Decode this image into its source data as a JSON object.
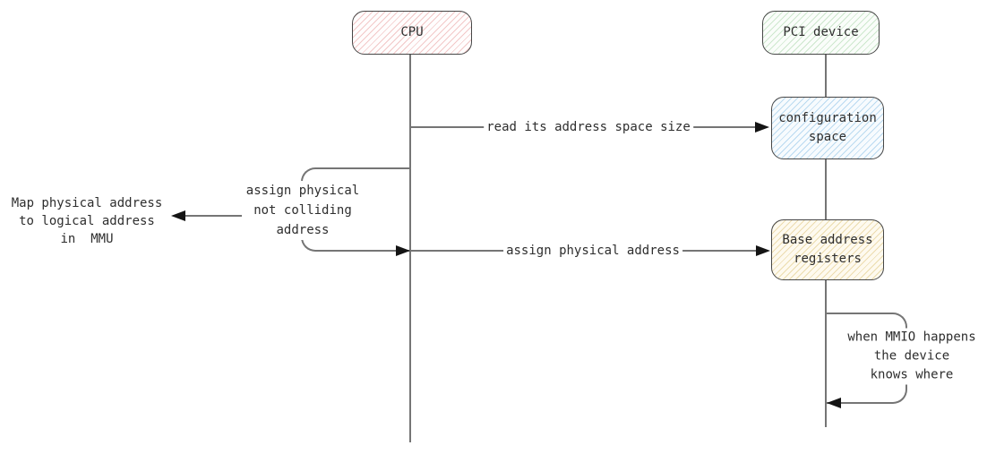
{
  "diagram_type": "sequence-diagram",
  "actors": {
    "cpu": {
      "label": "CPU"
    },
    "pci": {
      "label": "PCI device"
    }
  },
  "nodes": {
    "config_space": {
      "label": "configuration\nspace"
    },
    "base_address_registers": {
      "label": "Base address\nregisters"
    }
  },
  "messages": {
    "read_size": {
      "label": "read its address space size",
      "from": "CPU",
      "to": "configuration space",
      "direction": "right"
    },
    "assign_loop": {
      "label": "assign physical\nnot colliding\naddress",
      "actor": "CPU",
      "kind": "self-loop"
    },
    "map_note": {
      "label": "Map physical address\nto logical address\nin  MMU",
      "direction": "left",
      "kind": "outgoing-note"
    },
    "assign_physical": {
      "label": "assign physical address",
      "from": "CPU",
      "to": "Base address registers",
      "direction": "right"
    },
    "mmio_loop": {
      "label": "when MMIO happens\nthe device\nknows where",
      "actor": "PCI device",
      "kind": "self-loop"
    }
  },
  "colors": {
    "cpu_fill": "#fffdfd",
    "cpu_hatch": "#f2c8c8",
    "pci_fill": "#fafdfa",
    "pci_hatch": "#cde7cd",
    "config_fill": "#f7fbfe",
    "config_hatch": "#badaf0",
    "bar_fill": "#fefaef",
    "bar_hatch": "#ecdcae",
    "line": "#757575",
    "box_border": "#474747",
    "arrowhead": "#141414",
    "text": "#2e2e2e",
    "background": "#ffffff"
  }
}
